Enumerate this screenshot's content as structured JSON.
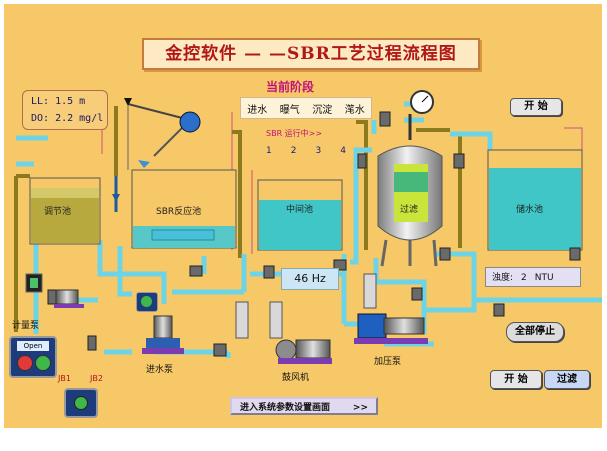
{
  "title": "金控软件 — —SBR工艺过程流程图",
  "params": {
    "ll": "LL: 1.5 m",
    "do": "DO: 2.2 mg/l"
  },
  "stage": {
    "title": "当前阶段",
    "steps": [
      "进水",
      "曝气",
      "沉淀",
      "滗水"
    ],
    "sbr_running": "SBR 运行中>>",
    "numbers": [
      "1",
      "2",
      "3",
      "4"
    ]
  },
  "tanks": {
    "regulating": "调节池",
    "sbr": "SBR反应池",
    "intermediate": "中间池",
    "filter": "过滤",
    "storage": "储水池"
  },
  "labels": {
    "metering_pump": "计量泵",
    "inlet_pump": "进水泵",
    "blower": "鼓风机",
    "booster_pump": "加压泵",
    "jb1": "JB1",
    "jb2": "JB2",
    "open": "Open"
  },
  "frequency": "46 Hz",
  "turbidity": {
    "label": "浊度:",
    "value": "2",
    "unit": "NTU"
  },
  "buttons": {
    "start_top": "开 始",
    "stop_all": "全部停止",
    "start_bottom": "开 始",
    "filter": "过滤",
    "enter_params": "进入系统参数设置画面",
    "enter_arrow": ">>"
  },
  "colors": {
    "background": "#f6c868",
    "water": "#48c9c9",
    "pipe": "#6cd4e6",
    "title_text": "#b01818",
    "stage_title": "#c0147a"
  }
}
